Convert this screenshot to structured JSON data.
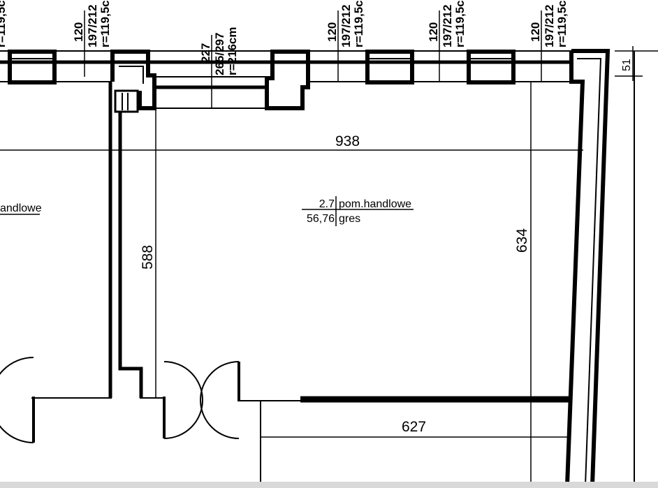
{
  "windows": [
    {
      "width": "120",
      "height": "197/212",
      "area": "r=119,5c"
    },
    {
      "width": "120",
      "height": "197/212",
      "area": "r=119,5c"
    },
    {
      "width": "120",
      "height": "197/212",
      "area": "r=119,5c"
    },
    {
      "width": "120",
      "height": "197/212",
      "area": "r=119,5c"
    }
  ],
  "left_partial_area": "r=119,5c",
  "door": {
    "width": "227",
    "height": "265/297",
    "area": "r=216cm"
  },
  "dimensions": {
    "room_width": "938",
    "left_height": "588",
    "right_height": "634",
    "bottom_width": "627",
    "wall_thickness": "51"
  },
  "room": {
    "number": "2.7",
    "name": "pom.handlowe",
    "area": "56,76",
    "floor": "gres"
  },
  "left_room_label": "andlowe",
  "colors": {
    "lines": "#000000",
    "background": "#ffffff"
  }
}
